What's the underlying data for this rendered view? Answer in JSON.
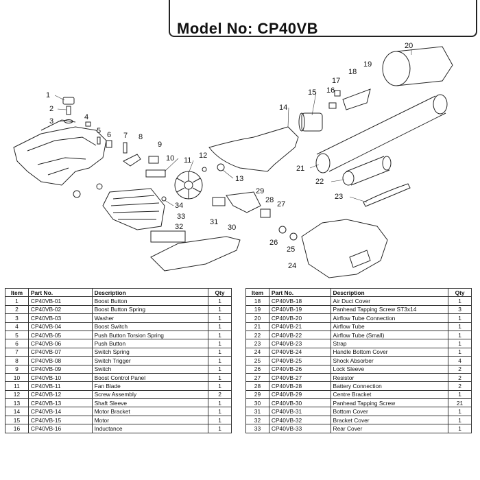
{
  "title": "Model No: CP40VB",
  "callouts": [
    "1",
    "2",
    "3",
    "4",
    "5",
    "6",
    "7",
    "8",
    "9",
    "10",
    "11",
    "12",
    "13",
    "14",
    "15",
    "16",
    "17",
    "18",
    "19",
    "20",
    "21",
    "22",
    "23",
    "24",
    "25",
    "26",
    "27",
    "28",
    "29",
    "30",
    "31",
    "32",
    "33",
    "34"
  ],
  "table": {
    "headers": {
      "item": "Item",
      "part": "Part No.",
      "desc": "Description",
      "qty": "Qty"
    },
    "left_rows": [
      {
        "item": "1",
        "part": "CP40VB-01",
        "desc": "Boost Button",
        "qty": "1"
      },
      {
        "item": "2",
        "part": "CP40VB-02",
        "desc": "Boost Button Spring",
        "qty": "1"
      },
      {
        "item": "3",
        "part": "CP40VB-03",
        "desc": "Washer",
        "qty": "1"
      },
      {
        "item": "4",
        "part": "CP40VB-04",
        "desc": "Boost Switch",
        "qty": "1"
      },
      {
        "item": "5",
        "part": "CP40VB-05",
        "desc": "Push Button Torsion Spring",
        "qty": "1"
      },
      {
        "item": "6",
        "part": "CP40VB-06",
        "desc": "Push Button",
        "qty": "1"
      },
      {
        "item": "7",
        "part": "CP40VB-07",
        "desc": "Switch Spring",
        "qty": "1"
      },
      {
        "item": "8",
        "part": "CP40VB-08",
        "desc": "Switch Trigger",
        "qty": "1"
      },
      {
        "item": "9",
        "part": "CP40VB-09",
        "desc": "Switch",
        "qty": "1"
      },
      {
        "item": "10",
        "part": "CP40VB-10",
        "desc": "Boost Control Panel",
        "qty": "1"
      },
      {
        "item": "11",
        "part": "CP40VB-11",
        "desc": "Fan Blade",
        "qty": "1"
      },
      {
        "item": "12",
        "part": "CP40VB-12",
        "desc": "Screw Assembly",
        "qty": "2"
      },
      {
        "item": "13",
        "part": "CP40VB-13",
        "desc": "Shaft Sleeve",
        "qty": "1"
      },
      {
        "item": "14",
        "part": "CP40VB-14",
        "desc": "Motor Bracket",
        "qty": "1"
      },
      {
        "item": "15",
        "part": "CP40VB-15",
        "desc": "Motor",
        "qty": "1"
      },
      {
        "item": "16",
        "part": "CP40VB-16",
        "desc": "Inductance",
        "qty": "1"
      }
    ],
    "right_rows": [
      {
        "item": "18",
        "part": "CP40VB-18",
        "desc": "Air Duct Cover",
        "qty": "1"
      },
      {
        "item": "19",
        "part": "CP40VB-19",
        "desc": "Panhead Tapping Screw ST3x14",
        "qty": "3"
      },
      {
        "item": "20",
        "part": "CP40VB-20",
        "desc": "Airflow Tube Connection",
        "qty": "1"
      },
      {
        "item": "21",
        "part": "CP40VB-21",
        "desc": "Airflow Tube",
        "qty": "1"
      },
      {
        "item": "22",
        "part": "CP40VB-22",
        "desc": "Airflow Tube (Small)",
        "qty": "1"
      },
      {
        "item": "23",
        "part": "CP40VB-23",
        "desc": "Strap",
        "qty": "1"
      },
      {
        "item": "24",
        "part": "CP40VB-24",
        "desc": "Handle Bottom Cover",
        "qty": "1"
      },
      {
        "item": "25",
        "part": "CP40VB-25",
        "desc": "Shock Absorber",
        "qty": "4"
      },
      {
        "item": "26",
        "part": "CP40VB-26",
        "desc": "Lock Sleeve",
        "qty": "2"
      },
      {
        "item": "27",
        "part": "CP40VB-27",
        "desc": "Resistor",
        "qty": "2"
      },
      {
        "item": "28",
        "part": "CP40VB-28",
        "desc": "Battery Connection",
        "qty": "2"
      },
      {
        "item": "29",
        "part": "CP40VB-29",
        "desc": "Centre Bracket",
        "qty": "1"
      },
      {
        "item": "30",
        "part": "CP40VB-30",
        "desc": "Panhead Tapping Screw",
        "qty": "21"
      },
      {
        "item": "31",
        "part": "CP40VB-31",
        "desc": "Bottom Cover",
        "qty": "1"
      },
      {
        "item": "32",
        "part": "CP40VB-32",
        "desc": "Bracket Cover",
        "qty": "1"
      },
      {
        "item": "33",
        "part": "CP40VB-33",
        "desc": "Rear Cover",
        "qty": "1"
      }
    ]
  }
}
